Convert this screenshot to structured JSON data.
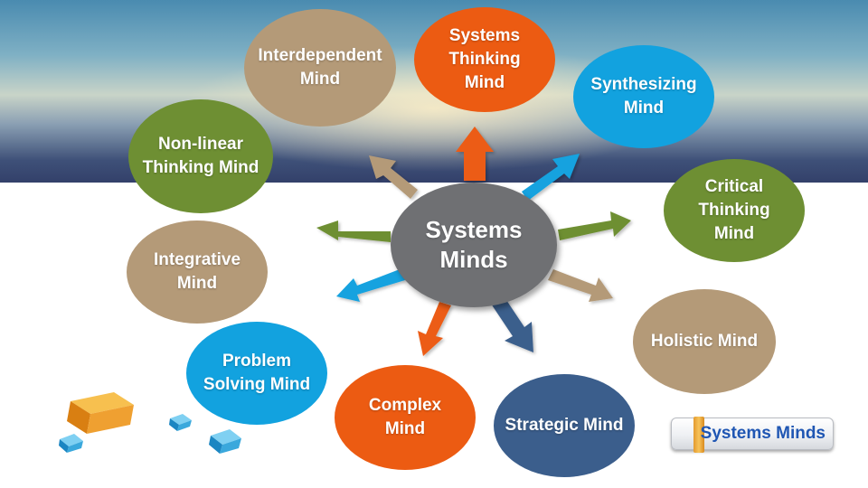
{
  "center": {
    "label": "Systems\nMinds",
    "color": "#6f7073"
  },
  "nodes": [
    {
      "id": "interdependent",
      "label": "Interdependent\nMind",
      "color": "#b49a78"
    },
    {
      "id": "systems-thinking",
      "label": "Systems\nThinking\nMind",
      "color": "#ec5b12"
    },
    {
      "id": "synthesizing",
      "label": "Synthesizing\nMind",
      "color": "#12a2df"
    },
    {
      "id": "critical-thinking",
      "label": "Critical\nThinking\nMind",
      "color": "#6e8f33"
    },
    {
      "id": "holistic",
      "label": "Holistic Mind",
      "color": "#b49a78"
    },
    {
      "id": "strategic",
      "label": "Strategic Mind",
      "color": "#3b5e8c"
    },
    {
      "id": "complex",
      "label": "Complex\nMind",
      "color": "#ec5b12"
    },
    {
      "id": "problem-solving",
      "label": "Problem\nSolving Mind",
      "color": "#12a2df"
    },
    {
      "id": "integrative",
      "label": "Integrative\nMind",
      "color": "#b49a78"
    },
    {
      "id": "non-linear",
      "label": "Non-linear\nThinking Mind",
      "color": "#6e8f33"
    }
  ],
  "logo": {
    "label": "Systems Minds"
  }
}
